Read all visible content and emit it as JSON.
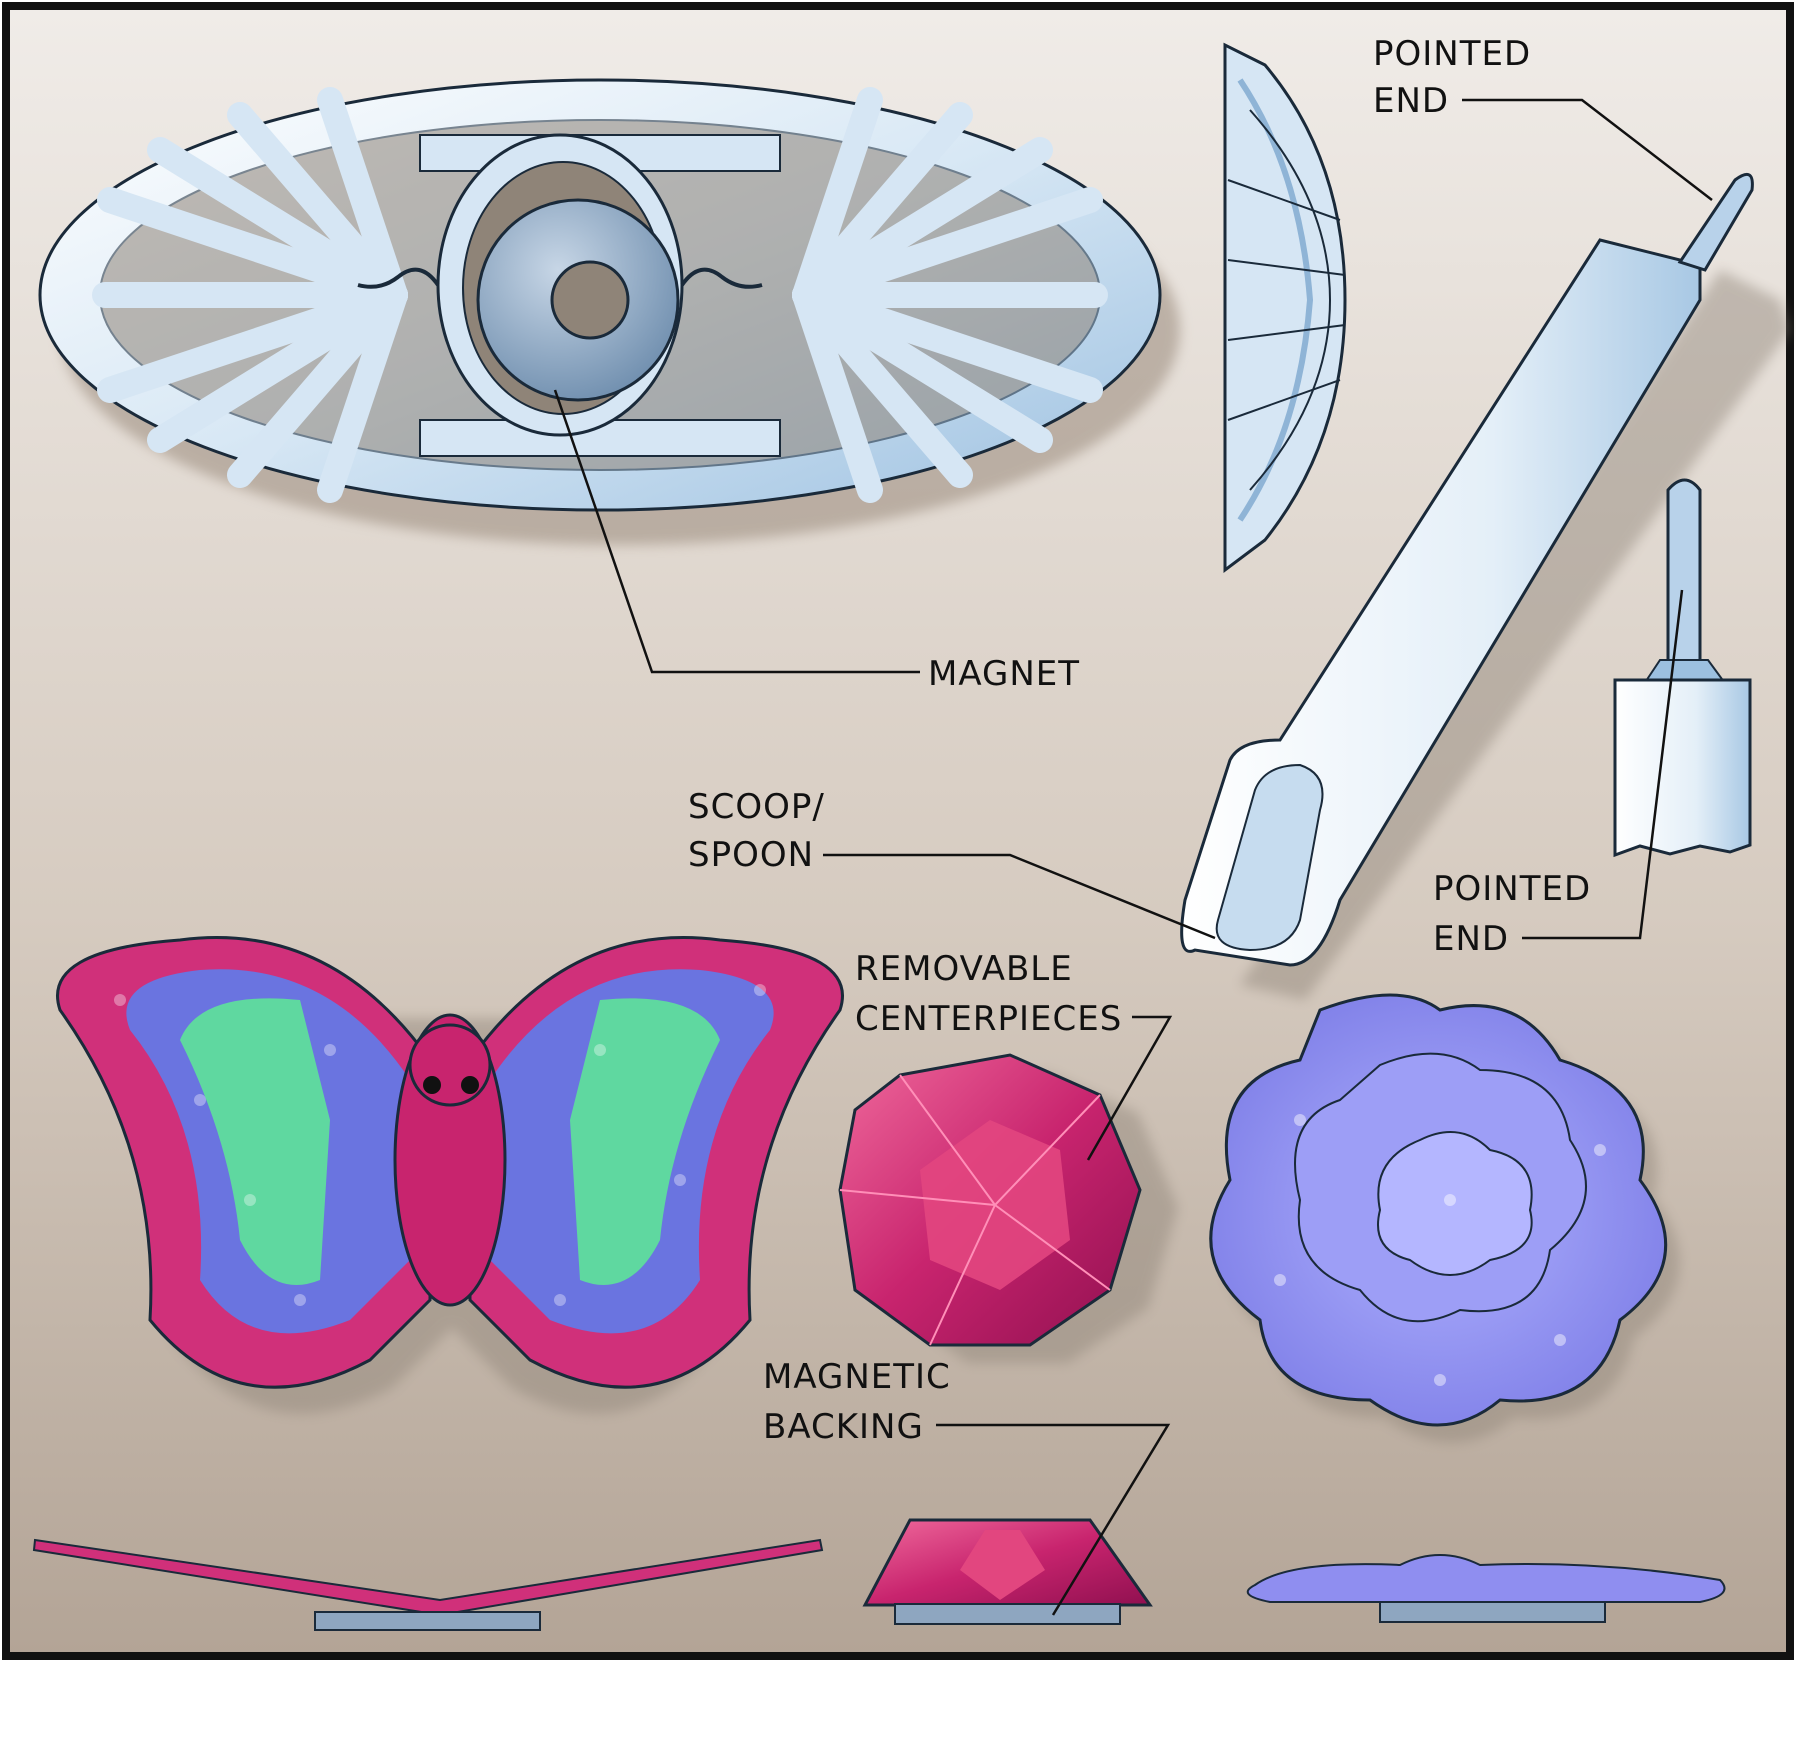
{
  "title": "Magnetic bead-craft tool and centerpiece diagram",
  "labels": {
    "magnet": "MAGNET",
    "pointed_end_top": [
      "POINTED",
      "END"
    ],
    "scoop_spoon": [
      "SCOOP/",
      "SPOON"
    ],
    "pointed_end_bottom": [
      "POINTED",
      "END"
    ],
    "removable_centerpieces": [
      "REMOVABLE",
      "CENTERPIECES"
    ],
    "magnetic_backing": [
      "MAGNETIC",
      "BACKING"
    ]
  },
  "colors": {
    "frame_bg_top": "#ece8e4",
    "frame_bg_bottom": "#b8aa9c",
    "plastic_blue": "#c6dcef",
    "plastic_edge": "#1a2a3a",
    "magnet_gray": "#8ea6c0",
    "gem_pink": "#c8246e",
    "butterfly_pink": "#d0307a",
    "butterfly_green": "#5fd8a0",
    "butterfly_blue": "#6a74e0",
    "flower_violet": "#8f8ef0"
  }
}
